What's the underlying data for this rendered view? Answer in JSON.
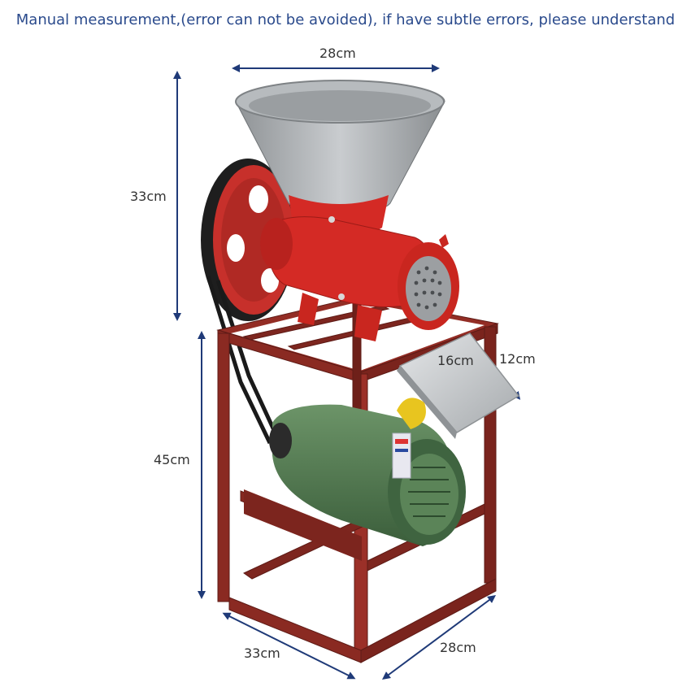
{
  "header": {
    "note": "Manual measurement,(error can not be avoided), if have subtle errors, please understand"
  },
  "dimensions": {
    "hopper_width": "28cm",
    "hopper_height": "33cm",
    "stand_height": "45cm",
    "tray_length": "16cm",
    "tray_width": "12cm",
    "base_depth": "33cm",
    "base_width": "28cm"
  },
  "colors": {
    "arrow": "#1f3a78",
    "stand": "#8a2a22",
    "grinder": "#d42a25",
    "hopper": "#a9adb0",
    "motor": "#4f7a4e",
    "tray": "#c9cbcd",
    "text": "#2a4a8c"
  }
}
